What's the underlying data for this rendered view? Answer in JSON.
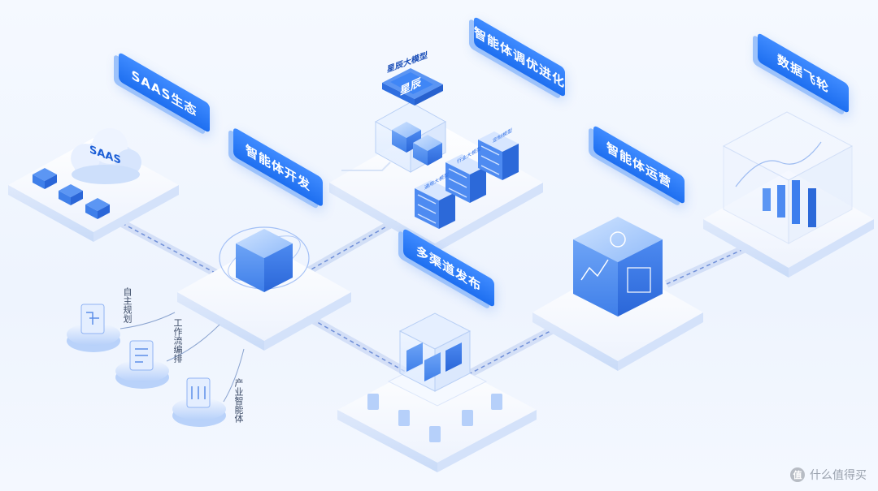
{
  "banners": {
    "saas_ecosystem": "SAAS生态",
    "agent_dev": "智能体开发",
    "foundation_model": "星辰大模型",
    "agent_tuning": "智能体调优进化",
    "multi_channel": "多渠道发布",
    "agent_ops": "智能体运营",
    "data_flywheel": "数据飞轮"
  },
  "saas_cloud_label": "SAAS",
  "model_chip_label": "星辰",
  "server_labels": {
    "custom_model": "定制模型",
    "industry_model": "行业大模型",
    "general_model": "通用大模型"
  },
  "side_labels": {
    "autonomous_planning": "自主规划",
    "workflow_orchestration": "工作流编排",
    "industry_agent": "产业智能体"
  },
  "watermark": {
    "logo": "值",
    "text": "什么值得买"
  },
  "colors": {
    "accent": "#1e6ff0",
    "accent_light": "#9cc2fb",
    "platform": "#ffffff",
    "link_dash": "#6f8fd8"
  }
}
